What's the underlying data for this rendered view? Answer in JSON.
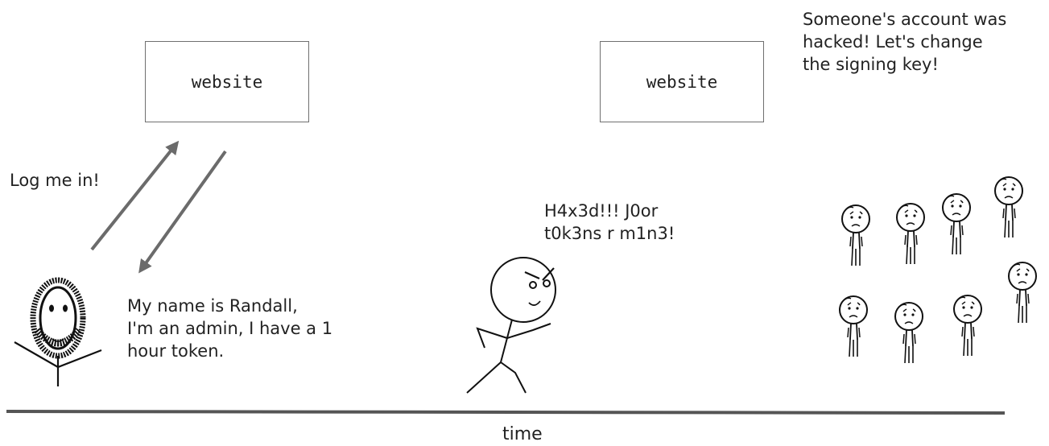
{
  "boxes": {
    "left_label": "website",
    "right_label": "website"
  },
  "captions": {
    "login": "Log me in!",
    "token_line1": "My name is Randall,",
    "token_line2": "I'm an admin, I have a 1",
    "token_line3": "hour token.",
    "hacker_line1": "H4x3d!!! J0or",
    "hacker_line2": "t0k3ns r m1n3!",
    "announce_line1": "Someone's account was",
    "announce_line2": "hacked! Let's change",
    "announce_line3": "the signing key!"
  },
  "axis": {
    "label": "time"
  },
  "colors": {
    "arrow": "#6b6b6b",
    "ink": "#111111",
    "box_border": "#6f6f6f"
  }
}
